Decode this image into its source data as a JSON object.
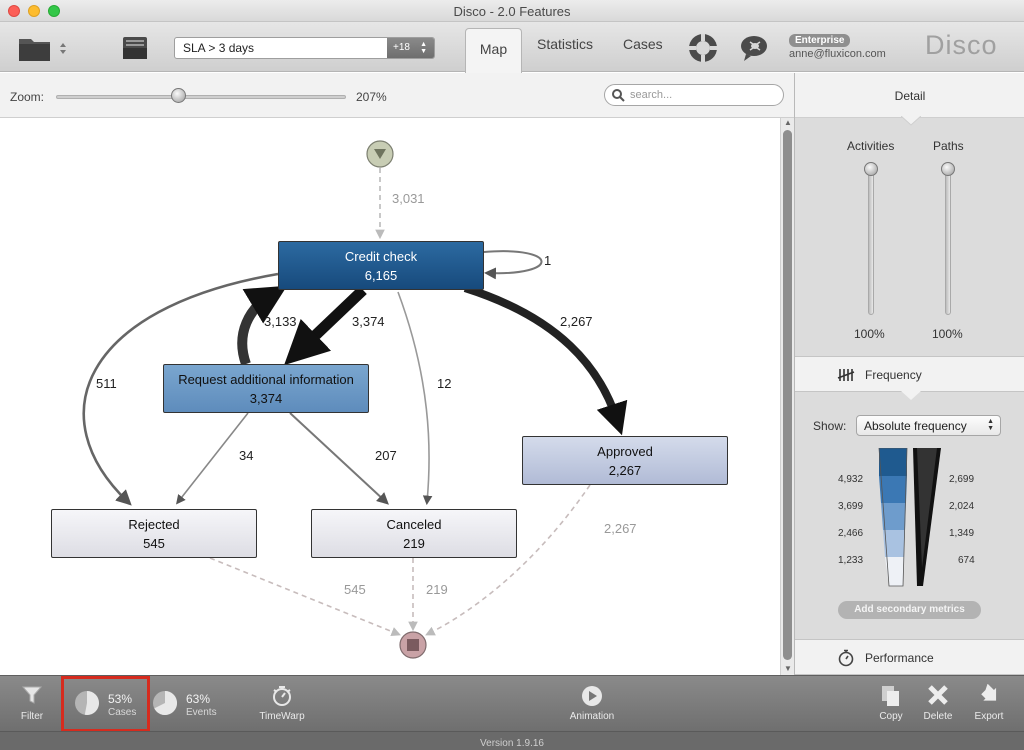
{
  "window": {
    "title": "Disco - 2.0 Features"
  },
  "toolbar": {
    "dataset": "SLA > 3 days",
    "dataset_badge": "+18",
    "tabs": [
      "Map",
      "Statistics",
      "Cases"
    ],
    "active_tab": "Map",
    "license": "Enterprise",
    "email": "anne@fluxicon.com",
    "logo": "Disco"
  },
  "zoom": {
    "label": "Zoom:",
    "value": "207%",
    "level": 0.42
  },
  "search": {
    "placeholder": "search..."
  },
  "map": {
    "nodes": {
      "credit_check": {
        "name": "Credit check",
        "count": "6,165"
      },
      "request_info": {
        "name": "Request additional information",
        "count": "3,374"
      },
      "approved": {
        "name": "Approved",
        "count": "2,267"
      },
      "rejected": {
        "name": "Rejected",
        "count": "545"
      },
      "canceled": {
        "name": "Canceled",
        "count": "219"
      }
    },
    "edges": {
      "start_credit": "3,031",
      "credit_self": "1",
      "request_credit": "3,133",
      "credit_request": "3,374",
      "credit_approved": "2,267",
      "credit_rejected": "511",
      "credit_canceled": "12",
      "request_rejected": "34",
      "request_canceled": "207",
      "approved_end": "2,267",
      "rejected_end": "545",
      "canceled_end": "219"
    }
  },
  "detail": {
    "header": "Detail",
    "activities_label": "Activities",
    "activities_value": "100%",
    "paths_label": "Paths",
    "paths_value": "100%",
    "frequency_label": "Frequency",
    "show_label": "Show:",
    "show_value": "Absolute frequency",
    "legend_activities": [
      "4,932",
      "3,699",
      "2,466",
      "1,233"
    ],
    "legend_paths": [
      "2,699",
      "2,024",
      "1,349",
      "674"
    ],
    "add_metrics": "Add secondary metrics",
    "performance_label": "Performance"
  },
  "bottom": {
    "filter": "Filter",
    "cases_pct": "53%",
    "cases_label": "Cases",
    "events_pct": "63%",
    "events_label": "Events",
    "timewarp": "TimeWarp",
    "animation": "Animation",
    "copy": "Copy",
    "delete": "Delete",
    "export": "Export",
    "version": "Version 1.9.16"
  },
  "colors": {
    "node_dark": "#1f5a8f",
    "node_mid": "#6a97c5",
    "node_light": "#bcc6de",
    "highlight": "#d62b1e"
  }
}
